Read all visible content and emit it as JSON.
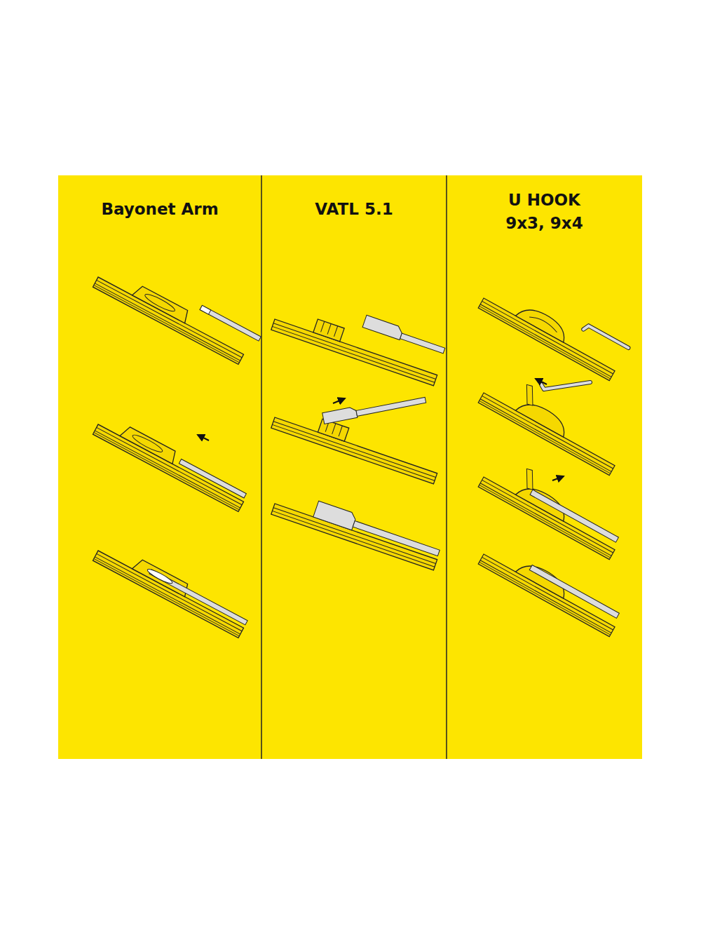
{
  "diagram": {
    "nodes": [
      {
        "text": [
          "Bayonet Arm"
        ]
      },
      {
        "text": [
          "VATL 5.1"
        ]
      },
      {
        "text": [
          "U HOOK 9x3, 9x4"
        ]
      }
    ]
  }
}
